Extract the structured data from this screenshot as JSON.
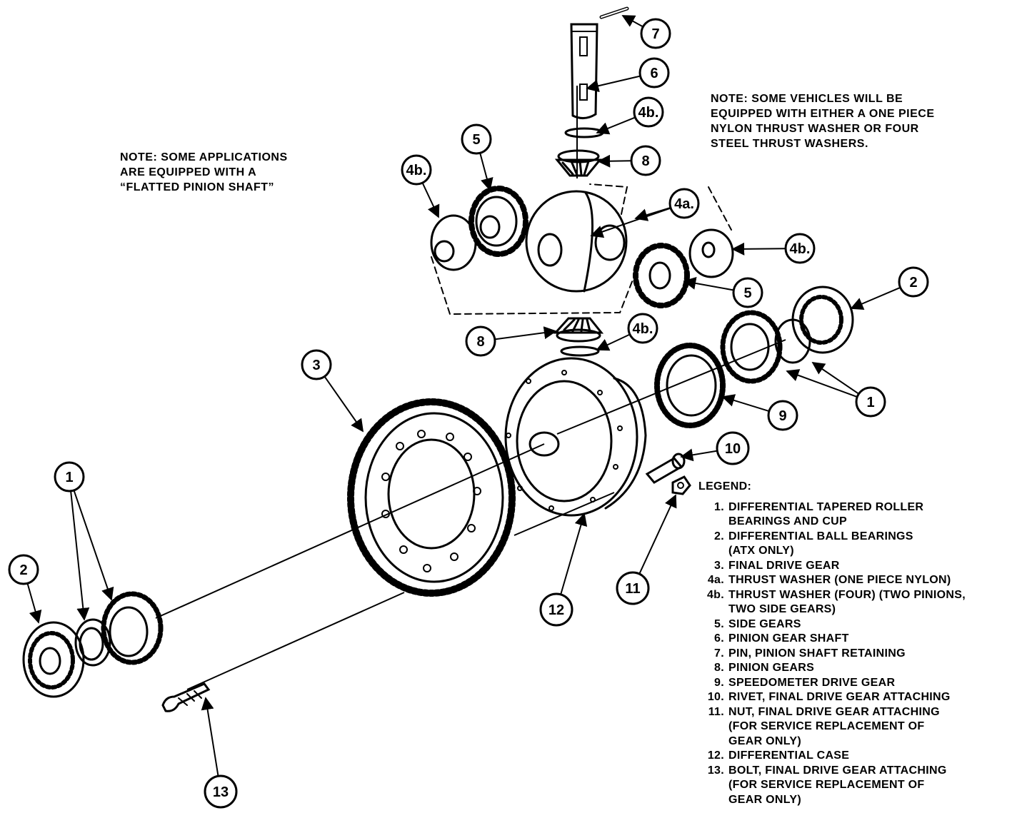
{
  "notes": {
    "left": [
      "NOTE:  SOME APPLICATIONS",
      "ARE EQUIPPED WITH A",
      "“FLATTED PINION SHAFT”"
    ],
    "right": [
      "NOTE:  SOME VEHICLES WILL BE",
      "EQUIPPED WITH EITHER A ONE PIECE",
      "NYLON THRUST WASHER OR FOUR",
      "STEEL THRUST WASHERS."
    ]
  },
  "legend": {
    "title": "LEGEND:",
    "items": [
      {
        "num": "1.",
        "lines": [
          "DIFFERENTIAL TAPERED ROLLER",
          "BEARINGS AND CUP"
        ]
      },
      {
        "num": "2.",
        "lines": [
          "DIFFERENTIAL BALL BEARINGS",
          "(ATX ONLY)"
        ]
      },
      {
        "num": "3.",
        "lines": [
          "FINAL DRIVE GEAR"
        ]
      },
      {
        "num": "4a.",
        "lines": [
          "THRUST WASHER (ONE PIECE NYLON)"
        ]
      },
      {
        "num": "4b.",
        "lines": [
          "THRUST WASHER (FOUR) (TWO PINIONS,",
          "TWO SIDE GEARS)"
        ]
      },
      {
        "num": "5.",
        "lines": [
          "SIDE GEARS"
        ]
      },
      {
        "num": "6.",
        "lines": [
          "PINION GEAR SHAFT"
        ]
      },
      {
        "num": "7.",
        "lines": [
          "PIN, PINION SHAFT RETAINING"
        ]
      },
      {
        "num": "8.",
        "lines": [
          "PINION GEARS"
        ]
      },
      {
        "num": "9.",
        "lines": [
          "SPEEDOMETER DRIVE GEAR"
        ]
      },
      {
        "num": "10.",
        "lines": [
          "RIVET, FINAL DRIVE GEAR ATTACHING"
        ]
      },
      {
        "num": "11.",
        "lines": [
          "NUT, FINAL DRIVE GEAR ATTACHING",
          "(FOR SERVICE REPLACEMENT OF",
          "GEAR ONLY)"
        ]
      },
      {
        "num": "12.",
        "lines": [
          "DIFFERENTIAL CASE"
        ]
      },
      {
        "num": "13.",
        "lines": [
          "BOLT, FINAL DRIVE GEAR ATTACHING",
          "(FOR SERVICE REPLACEMENT OF",
          "GEAR ONLY)"
        ]
      }
    ]
  },
  "callouts": {
    "c7": "7",
    "c6": "6",
    "c4b_top": "4b.",
    "c8_top": "8",
    "c5_top": "5",
    "c4b_left": "4b.",
    "c4a": "4a.",
    "c4b_right": "4b.",
    "c5_right": "5",
    "c2_right": "2",
    "c8_bottom": "8",
    "c4b_bottom": "4b.",
    "c3": "3",
    "c9": "9",
    "c1_right": "1",
    "c10": "10",
    "c1_left": "1",
    "c2_left": "2",
    "c12": "12",
    "c11": "11",
    "c13": "13"
  },
  "colors": {
    "ink": "#000000",
    "paper": "#ffffff"
  }
}
